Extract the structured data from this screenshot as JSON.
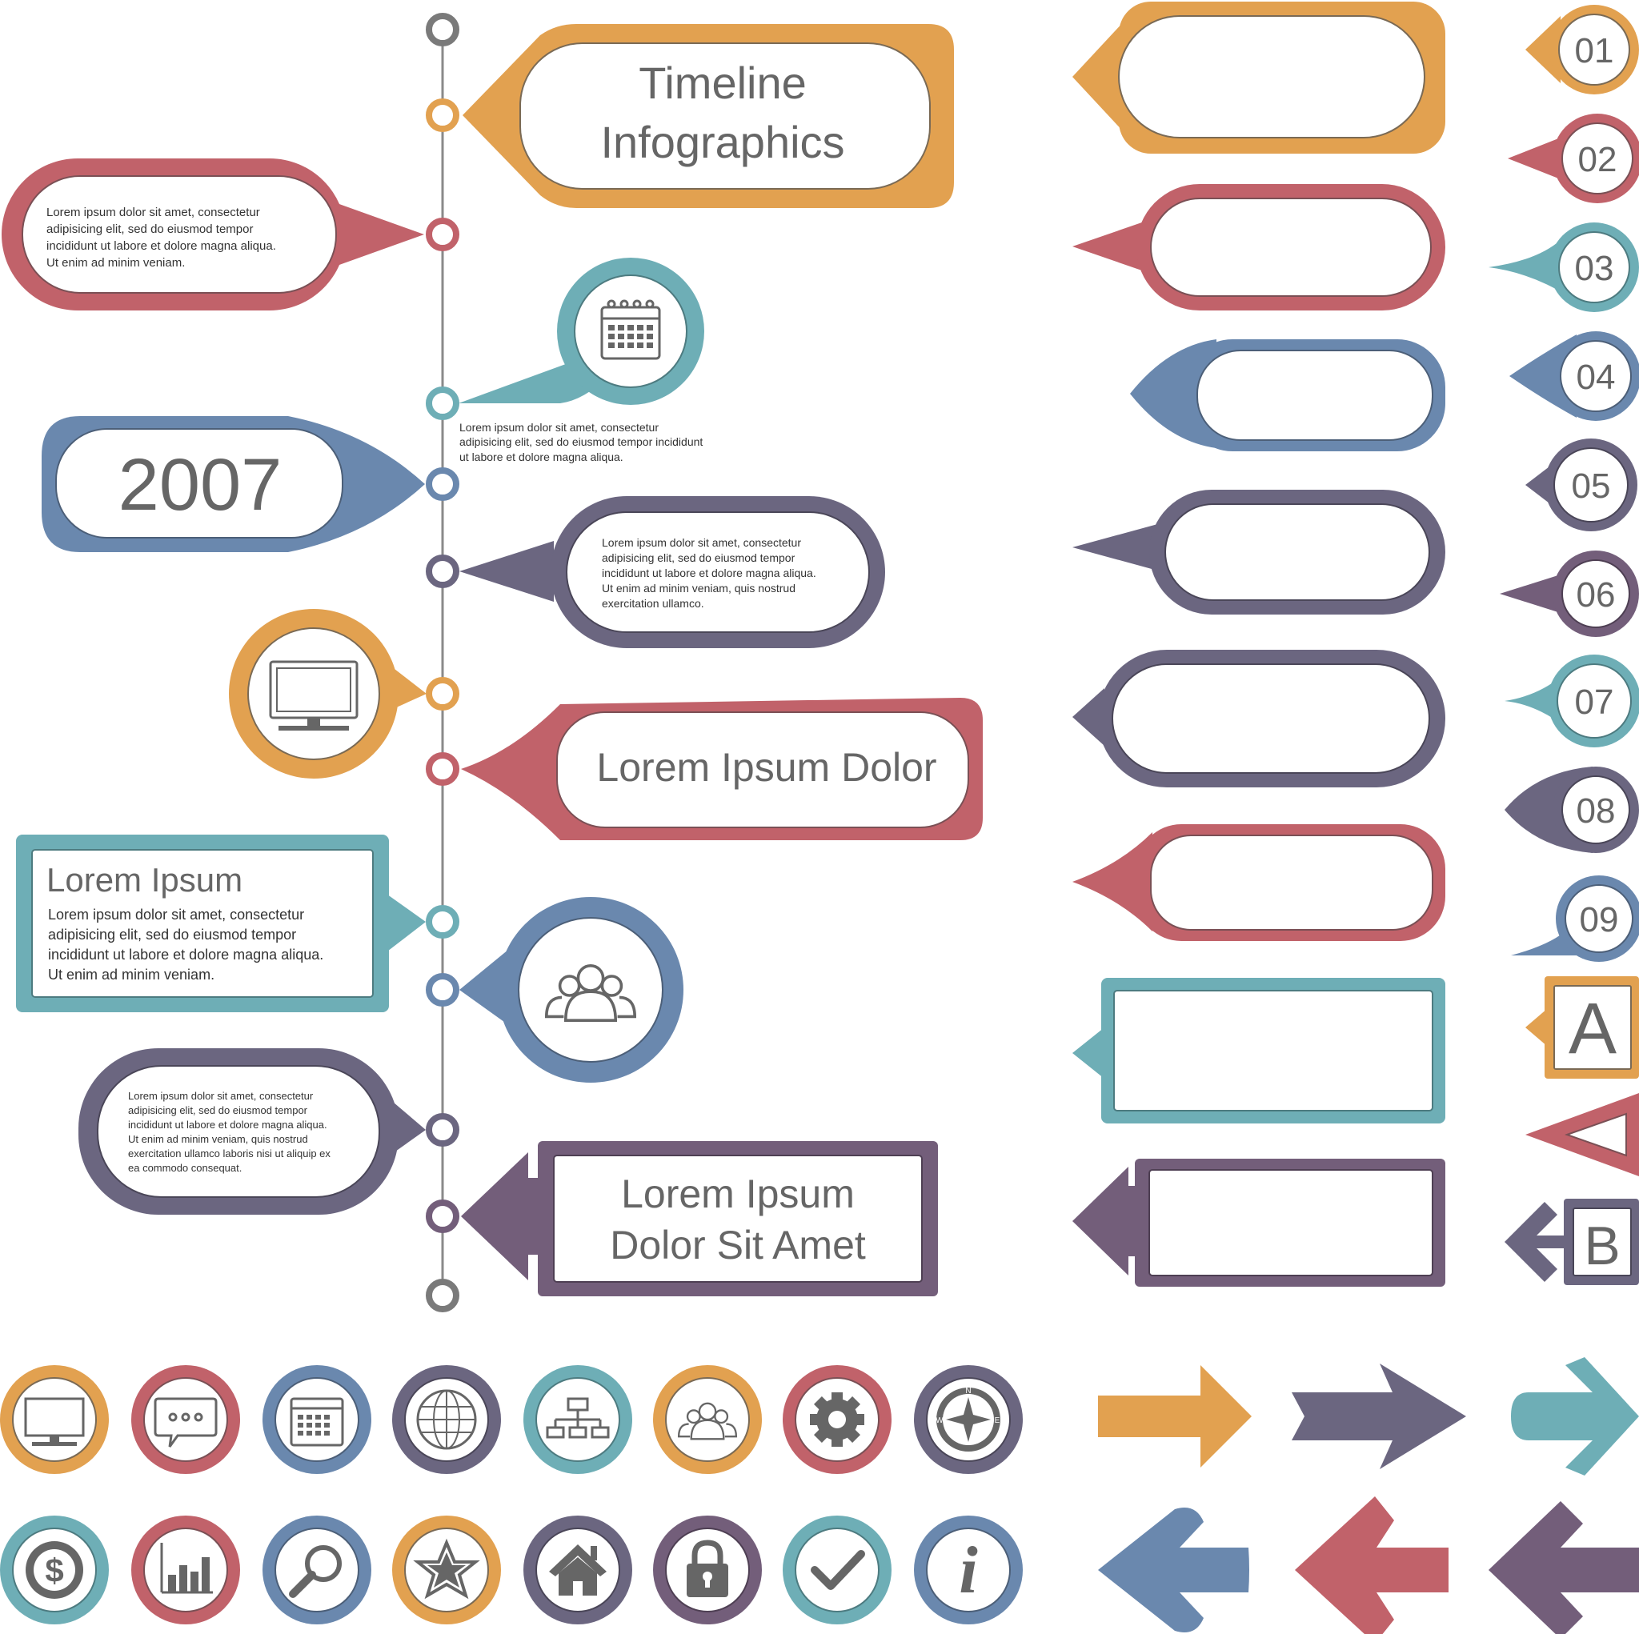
{
  "colors": {
    "orange": "#E2A150",
    "red": "#C1626A",
    "teal": "#6EAEB6",
    "blue": "#6A88AE",
    "purple": "#6B6680",
    "plum": "#735E7A",
    "line": "#8A8A8A",
    "text": "#666666"
  },
  "timeline": {
    "title_line1": "Timeline",
    "title_line2": "Infographics",
    "year": "2007",
    "lorem_dolor": "Lorem Ipsum Dolor",
    "lorem_ipsum_heading": "Lorem Ipsum",
    "sit_amet_line1": "Lorem Ipsum",
    "sit_amet_line2": "Dolor Sit Amet",
    "red_bubble_text": [
      "Lorem ipsum dolor sit amet, consectetur",
      "adipisicing elit, sed do eiusmod tempor",
      "incididunt ut labore et dolore magna aliqua.",
      "Ut enim ad minim veniam."
    ],
    "calendar_caption": [
      "Lorem ipsum dolor sit amet, consectetur",
      "adipisicing elit, sed do eiusmod tempor incididunt",
      "ut labore et dolore magna aliqua."
    ],
    "purple_bubble_text": [
      "Lorem ipsum dolor sit amet, consectetur",
      "adipisicing elit, sed do eiusmod tempor",
      "incididunt ut labore et dolore magna aliqua.",
      "Ut enim ad minim veniam, quis nostrud",
      "exercitation ullamco."
    ],
    "teal_box_text": [
      "Lorem ipsum dolor sit amet, consectetur",
      "adipisicing elit, sed do eiusmod tempor",
      "incididunt ut labore et dolore magna aliqua.",
      "Ut enim ad minim veniam."
    ],
    "plum_bubble_text": [
      "Lorem ipsum dolor sit amet, consectetur",
      "adipisicing elit, sed do eiusmod tempor",
      "incididunt ut labore et dolore magna aliqua.",
      "Ut enim ad minim veniam, quis nostrud",
      "exercitation ullamco laboris nisi ut aliquip ex",
      "ea commodo consequat."
    ]
  },
  "number_badges": [
    "01",
    "02",
    "03",
    "04",
    "05",
    "06",
    "07",
    "08",
    "09"
  ],
  "letter_badges": {
    "a": "A",
    "b": "B"
  },
  "icons_row1": [
    "monitor-icon",
    "chat-icon",
    "calendar-icon",
    "globe-icon",
    "org-chart-icon",
    "team-icon",
    "gear-icon",
    "compass-icon"
  ],
  "icons_row2": [
    "dollar-icon",
    "bar-chart-icon",
    "magnifier-icon",
    "star-icon",
    "home-icon",
    "lock-icon",
    "checkmark-icon",
    "info-icon"
  ],
  "compass_letters": [
    "N",
    "E",
    "W"
  ],
  "info_glyph": "i"
}
